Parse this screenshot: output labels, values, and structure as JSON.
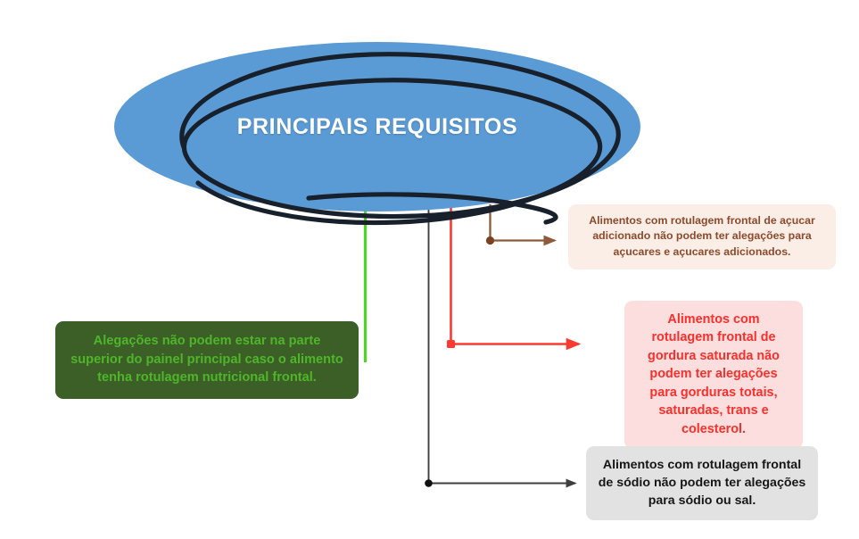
{
  "diagram": {
    "type": "mind-map",
    "background_color": "#ffffff",
    "center": {
      "label": "PRINCIPAIS REQUISITOS",
      "shape": "ellipse",
      "fill_color": "#5B9BD5",
      "text_color": "#ffffff",
      "outline_style": "hand-drawn-scribble",
      "outline_color": "#17202b"
    },
    "branches": [
      {
        "id": "green",
        "text": "Alegações não podem estar na parte superior do painel principal caso o alimento tenha rotulagem nutricional frontal.",
        "box_color": "#3c5e27",
        "text_color": "#4eb629",
        "connector_color": "#4dd626",
        "connector_style": "vertical-line",
        "has_arrow": false,
        "has_dot": false
      },
      {
        "id": "brown",
        "text": "Alimentos com rotulagem frontal de açucar adicionado não podem ter alegações para açucares e açucares adicionados.",
        "box_color": "#fbeee6",
        "text_color": "#8d4a2d",
        "connector_color": "#8d5a3c",
        "connector_style": "elbow-arrow",
        "has_arrow": true,
        "has_dot": true
      },
      {
        "id": "red",
        "text": "Alimentos com rotulagem frontal de gordura saturada não podem ter alegações para gorduras totais, saturadas, trans e colesterol.",
        "box_color": "#fcdede",
        "text_color": "#f8302c",
        "connector_color": "#fb3b32",
        "connector_style": "elbow-arrow",
        "has_arrow": true,
        "has_dot": true
      },
      {
        "id": "gray",
        "text": "Alimentos com rotulagem frontal de sódio não podem ter alegações para sódio ou sal.",
        "box_color": "#e2e2e2",
        "text_color": "#161616",
        "connector_color": "#3f3f3f",
        "connector_style": "elbow-arrow",
        "has_arrow": true,
        "has_dot": true
      }
    ]
  }
}
